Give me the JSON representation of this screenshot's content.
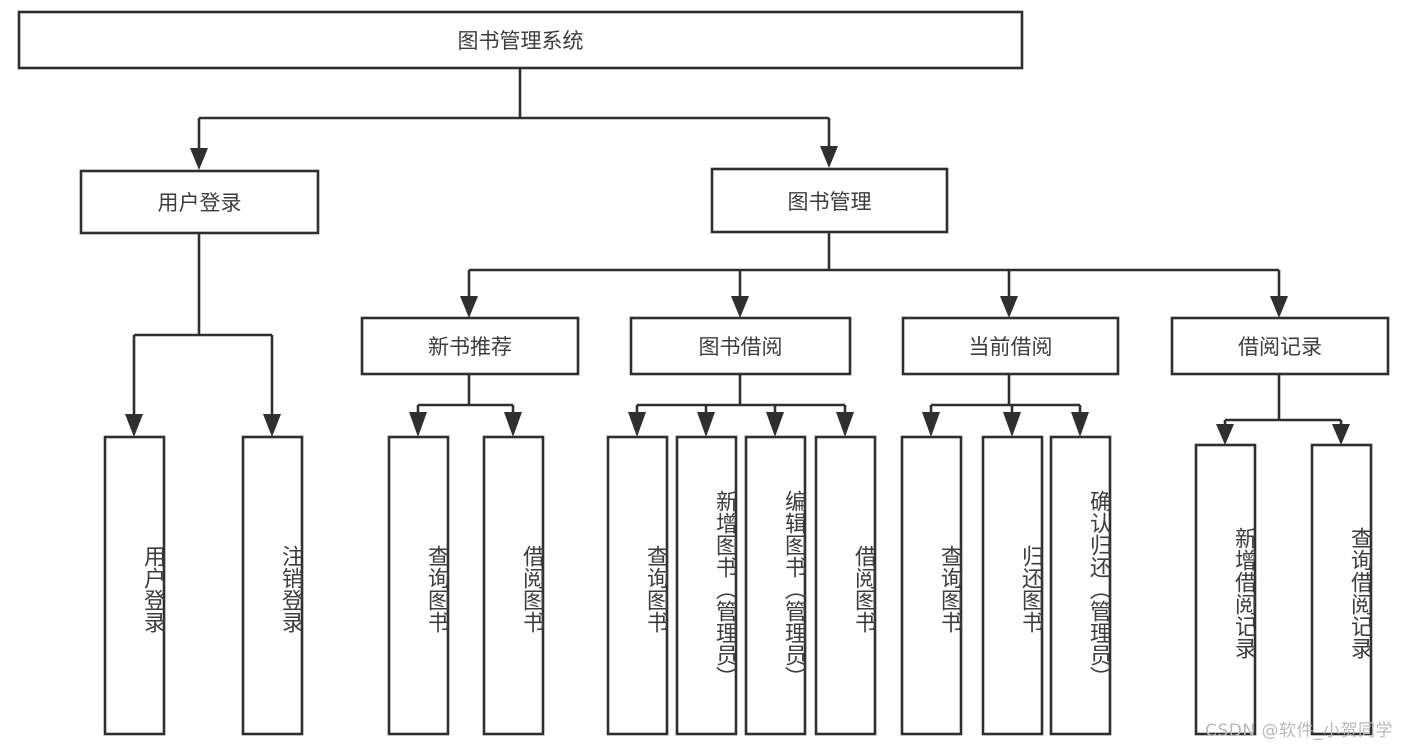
{
  "diagram": {
    "title": "图书管理系统",
    "type": "tree-hierarchy-chart",
    "watermark": "CSDN @软件_小贺同学",
    "colors": {
      "stroke": "#2f2f2f",
      "fill": "#ffffff",
      "text": "#3d3d3d",
      "watermark": "#b9b9b9"
    },
    "levels": {
      "root": {
        "label": "图书管理系统"
      },
      "level2": [
        {
          "label": "用户登录"
        },
        {
          "label": "图书管理"
        }
      ],
      "level3": [
        {
          "label": "新书推荐"
        },
        {
          "label": "图书借阅"
        },
        {
          "label": "当前借阅"
        },
        {
          "label": "借阅记录"
        }
      ],
      "leaves": {
        "user_login": [
          {
            "label": "用户登录"
          },
          {
            "label": "注销登录"
          }
        ],
        "new_book_recommend": [
          {
            "label": "查询图书"
          },
          {
            "label": "借阅图书"
          }
        ],
        "book_borrow": [
          {
            "label": "查询图书"
          },
          {
            "label": "新增图书（管理员）"
          },
          {
            "label": "编辑图书（管理员）"
          },
          {
            "label": "借阅图书"
          }
        ],
        "current_borrow": [
          {
            "label": "查询图书"
          },
          {
            "label": "归还图书"
          },
          {
            "label": "确认归还（管理员）"
          }
        ],
        "borrow_record": [
          {
            "label": "新增借阅记录"
          },
          {
            "label": "查询借阅记录"
          }
        ]
      }
    }
  }
}
